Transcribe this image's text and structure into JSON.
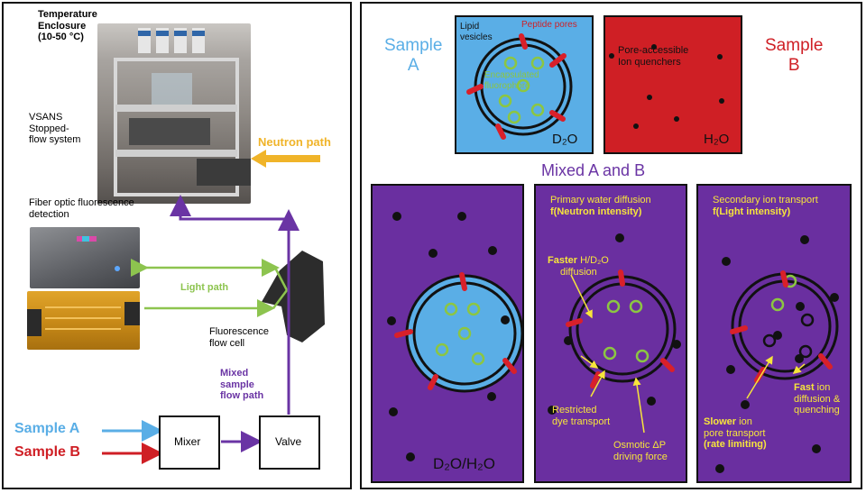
{
  "left": {
    "enclosure_title": [
      "Temperature",
      "Enclosure",
      "(10-50 °C)"
    ],
    "vsans_label": [
      "VSANS",
      "Stopped-",
      "flow system"
    ],
    "neutron_path": "Neutron path",
    "fiber_label": [
      "Fiber optic fluorescence",
      "detection"
    ],
    "light_path": "Light path",
    "flow_cell_label": [
      "Fluorescence",
      "flow cell"
    ],
    "mixed_flow_label": [
      "Mixed",
      "sample",
      "flow path"
    ],
    "sample_a": "Sample A",
    "sample_b": "Sample B",
    "mixer": "Mixer",
    "valve": "Valve"
  },
  "right": {
    "sample_a_label": [
      "Sample",
      "A"
    ],
    "sample_b_label": [
      "Sample",
      "B"
    ],
    "lipid_vesicles": [
      "Lipid",
      "vesicles"
    ],
    "peptide_pores": "Peptide pores",
    "encapsulated_fluorophore": [
      "Encapsulated",
      "fluorophore"
    ],
    "d2o_label": "D₂O",
    "pore_quenchers": [
      "Pore-accessible",
      "Ion quenchers"
    ],
    "h2o_label": "H₂O",
    "mixed_title": "Mixed A and B",
    "mixed_label": "D₂O/H₂O",
    "primary_title": [
      "Primary water diffusion",
      "f(Neutron intensity)"
    ],
    "faster_label": [
      "Faster",
      " H/D₂O",
      "diffusion"
    ],
    "restricted_label": [
      "Restricted",
      "dye transport"
    ],
    "osmotic_label": [
      "Osmotic ΔP",
      "driving force"
    ],
    "secondary_title": [
      "Secondary ion transport",
      "f(Light intensity)"
    ],
    "fast_label": [
      "Fast",
      " ion",
      "diffusion &",
      "quenching"
    ],
    "slower_label": [
      "Slower",
      " ion",
      "pore transport",
      "(rate limiting)"
    ]
  },
  "colors": {
    "sample_a_blue": "#5aaee6",
    "sample_b_red": "#cf1f25",
    "purple_flow": "#6a34a4",
    "mixed_purple": "#6a2fa0",
    "light_green": "#8dc44f",
    "neutron_orange": "#f0b429",
    "yellow_text": "#f7e53b",
    "pore_red": "#d9202a",
    "fluorophore_green": "#8cc642"
  }
}
